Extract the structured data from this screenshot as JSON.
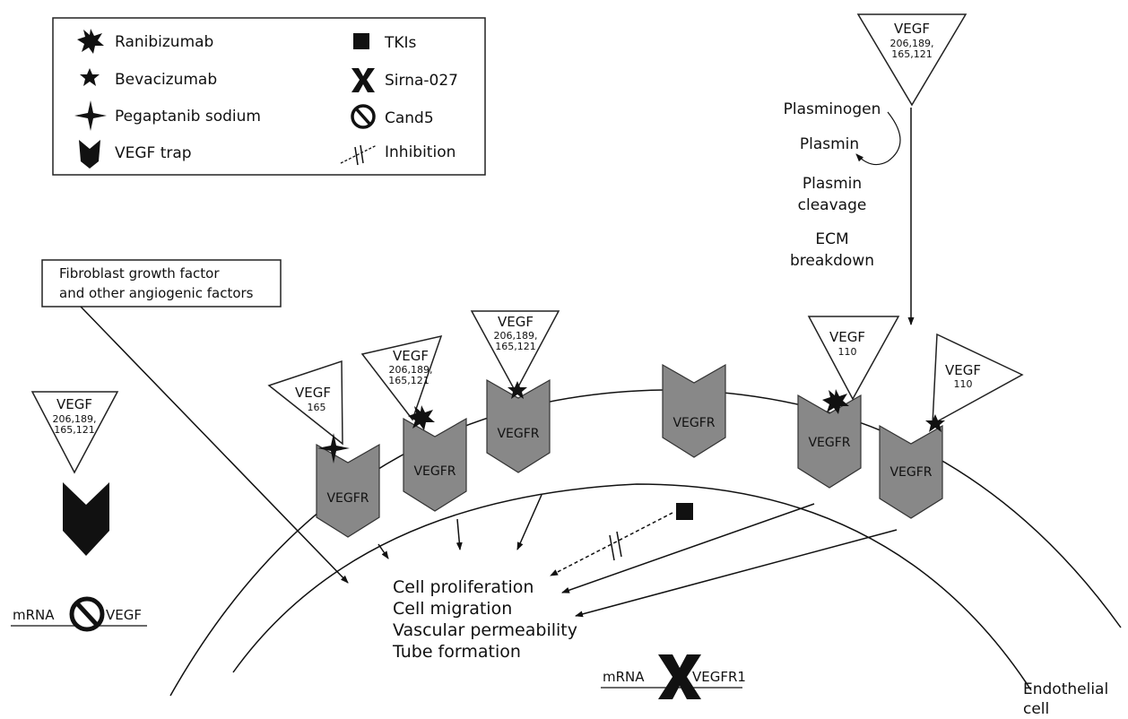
{
  "legend": {
    "items": [
      {
        "label": "Ranibizumab",
        "symbol": "ranibizumab-symbol"
      },
      {
        "label": "Bevacizumab",
        "symbol": "bevacizumab-symbol"
      },
      {
        "label": "Pegaptanib sodium",
        "symbol": "pegaptanib-symbol"
      },
      {
        "label": "VEGF trap",
        "symbol": "vegf-trap-symbol"
      },
      {
        "label": "TKIs",
        "symbol": "tki-symbol"
      },
      {
        "label": "Sirna-027",
        "symbol": "sirna-symbol"
      },
      {
        "label": "Cand5",
        "symbol": "cand5-symbol"
      },
      {
        "label": "Inhibition",
        "symbol": "inhibition-symbol"
      }
    ]
  },
  "ligands": {
    "top_right": {
      "name": "VEGF",
      "isoforms": [
        "206,189,",
        "165,121"
      ]
    },
    "left_free": {
      "name": "VEGF",
      "isoforms": [
        "206,189,",
        "165,121"
      ]
    },
    "r1": {
      "name": "VEGF",
      "isoforms": [
        "165"
      ]
    },
    "r2": {
      "name": "VEGF",
      "isoforms": [
        "206,189,",
        "165,121"
      ]
    },
    "r3": {
      "name": "VEGF",
      "isoforms": [
        "206,189,",
        "165,121"
      ]
    },
    "r5": {
      "name": "VEGF",
      "isoforms": [
        "110"
      ]
    },
    "r6": {
      "name": "VEGF",
      "isoforms": [
        "110"
      ]
    }
  },
  "receptor_label": "VEGFR",
  "cascade": [
    "Plasminogen",
    "Plasmin",
    "Plasmin",
    "cleavage",
    "ECM",
    "breakdown"
  ],
  "fgf_box": [
    "Fibroblast growth factor",
    "and other angiogenic factors"
  ],
  "effects": [
    "Cell proliferation",
    "Cell migration",
    "Vascular permeability",
    "Tube formation"
  ],
  "mrna_left": {
    "left": "mRNA",
    "right": "VEGF"
  },
  "mrna_right": {
    "left": "mRNA",
    "right": "VEGFR1"
  },
  "cell_label": [
    "Endothelial",
    "cell"
  ],
  "colors": {
    "receptor_fill": "#888888",
    "ink": "#111111"
  }
}
